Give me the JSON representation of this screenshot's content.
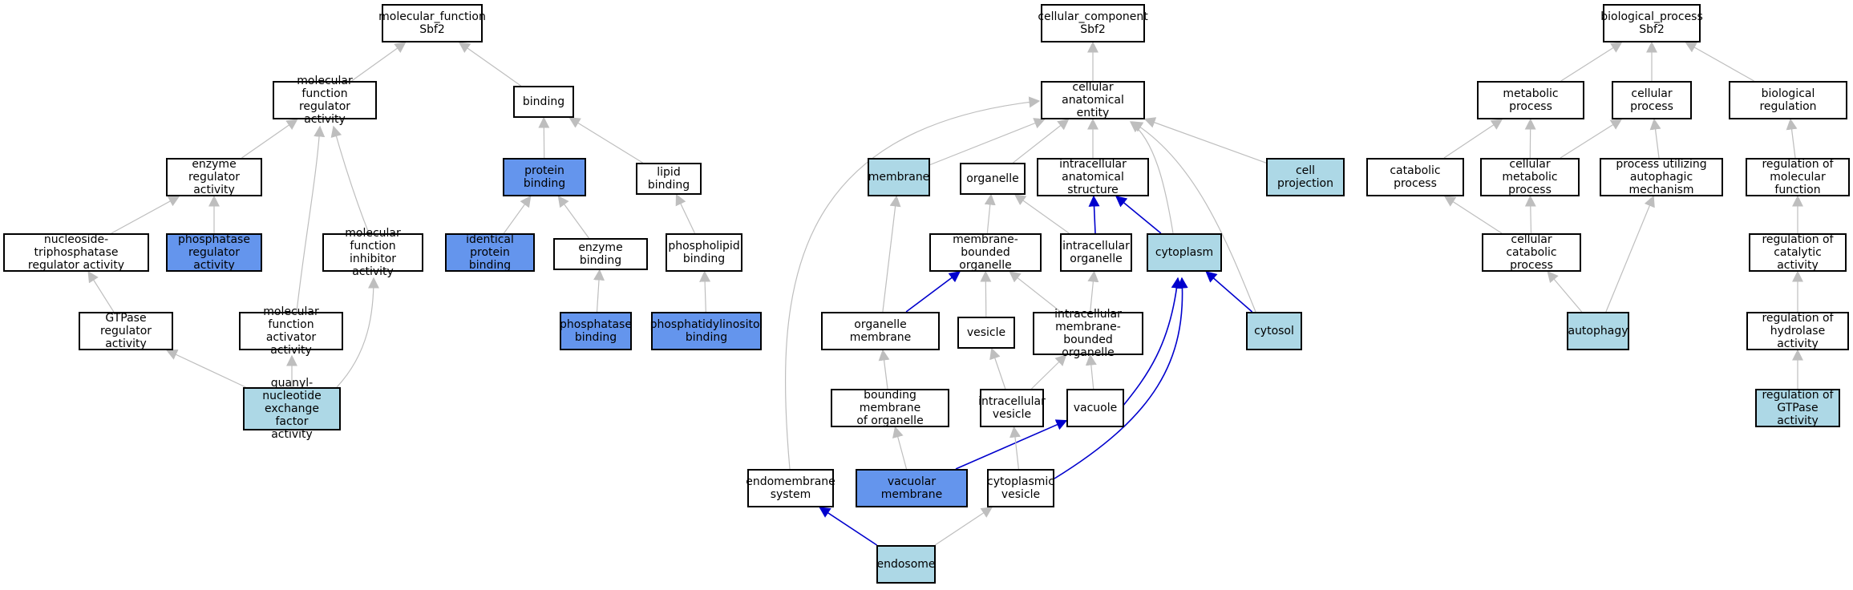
{
  "colors": {
    "edge_default": "#bebebe",
    "edge_highlight": "#0000cd",
    "node_light": "#add8e6",
    "node_dark": "#6495ed",
    "node_none": "#ffffff",
    "border": "#000000"
  },
  "nodes": [
    {
      "id": "mf_root",
      "label": "molecular_function\nSbf2",
      "style": "none"
    },
    {
      "id": "mf_reg",
      "label": "molecular function\nregulator activity",
      "style": "none"
    },
    {
      "id": "binding",
      "label": "binding",
      "style": "none"
    },
    {
      "id": "enz_reg",
      "label": "enzyme regulator\nactivity",
      "style": "none"
    },
    {
      "id": "protein_binding",
      "label": "protein binding",
      "style": "dark"
    },
    {
      "id": "lipid_binding",
      "label": "lipid binding",
      "style": "none"
    },
    {
      "id": "ntpase_reg",
      "label": "nucleoside-triphosphatase\nregulator activity",
      "style": "none"
    },
    {
      "id": "phosphatase_reg",
      "label": "phosphatase\nregulator activity",
      "style": "dark"
    },
    {
      "id": "mf_inhib",
      "label": "molecular function\ninhibitor activity",
      "style": "none"
    },
    {
      "id": "ident_prot",
      "label": "identical protein\nbinding",
      "style": "dark"
    },
    {
      "id": "enzyme_binding",
      "label": "enzyme binding",
      "style": "none"
    },
    {
      "id": "phospholipid",
      "label": "phospholipid\nbinding",
      "style": "none"
    },
    {
      "id": "gtpase_reg",
      "label": "GTPase regulator\nactivity",
      "style": "none"
    },
    {
      "id": "mf_activ",
      "label": "molecular function\nactivator activity",
      "style": "none"
    },
    {
      "id": "phosphatase_binding",
      "label": "phosphatase\nbinding",
      "style": "dark"
    },
    {
      "id": "ptdins_binding",
      "label": "phosphatidylinositol\nbinding",
      "style": "dark"
    },
    {
      "id": "gef",
      "label": "guanyl-nucleotide\nexchange factor\nactivity",
      "style": "light"
    },
    {
      "id": "cc_root",
      "label": "cellular_component\nSbf2",
      "style": "none"
    },
    {
      "id": "cae",
      "label": "cellular anatomical\nentity",
      "style": "none"
    },
    {
      "id": "membrane",
      "label": "membrane",
      "style": "light"
    },
    {
      "id": "organelle",
      "label": "organelle",
      "style": "none"
    },
    {
      "id": "ias",
      "label": "intracellular\nanatomical structure",
      "style": "none"
    },
    {
      "id": "cell_proj",
      "label": "cell projection",
      "style": "light"
    },
    {
      "id": "mbo",
      "label": "membrane-bounded\norganelle",
      "style": "none"
    },
    {
      "id": "io",
      "label": "intracellular\norganelle",
      "style": "none"
    },
    {
      "id": "cytoplasm",
      "label": "cytoplasm",
      "style": "light"
    },
    {
      "id": "org_membrane",
      "label": "organelle membrane",
      "style": "none"
    },
    {
      "id": "vesicle",
      "label": "vesicle",
      "style": "none"
    },
    {
      "id": "imbo",
      "label": "intracellular\nmembrane-bounded\norganelle",
      "style": "none"
    },
    {
      "id": "cytosol",
      "label": "cytosol",
      "style": "light"
    },
    {
      "id": "bmo",
      "label": "bounding membrane\nof organelle",
      "style": "none"
    },
    {
      "id": "ivesicle",
      "label": "intracellular\nvesicle",
      "style": "none"
    },
    {
      "id": "vacuole",
      "label": "vacuole",
      "style": "none"
    },
    {
      "id": "endomembrane",
      "label": "endomembrane\nsystem",
      "style": "none"
    },
    {
      "id": "vac_membrane",
      "label": "vacuolar membrane",
      "style": "dark"
    },
    {
      "id": "cyto_vesicle",
      "label": "cytoplasmic\nvesicle",
      "style": "none"
    },
    {
      "id": "endosome",
      "label": "endosome",
      "style": "light"
    },
    {
      "id": "bp_root",
      "label": "biological_process\nSbf2",
      "style": "none"
    },
    {
      "id": "metabolic",
      "label": "metabolic process",
      "style": "none"
    },
    {
      "id": "cellular_proc",
      "label": "cellular process",
      "style": "none"
    },
    {
      "id": "bio_reg",
      "label": "biological regulation",
      "style": "none"
    },
    {
      "id": "catabolic",
      "label": "catabolic process",
      "style": "none"
    },
    {
      "id": "cell_metab",
      "label": "cellular metabolic\nprocess",
      "style": "none"
    },
    {
      "id": "autophagic_mech",
      "label": "process utilizing\nautophagic mechanism",
      "style": "none"
    },
    {
      "id": "reg_mf",
      "label": "regulation of\nmolecular function",
      "style": "none"
    },
    {
      "id": "cell_catab",
      "label": "cellular catabolic\nprocess",
      "style": "none"
    },
    {
      "id": "reg_cat",
      "label": "regulation of\ncatalytic activity",
      "style": "none"
    },
    {
      "id": "autophagy",
      "label": "autophagy",
      "style": "light"
    },
    {
      "id": "reg_hydro",
      "label": "regulation of\nhydrolase activity",
      "style": "none"
    },
    {
      "id": "reg_gtpase",
      "label": "regulation of\nGTPase activity",
      "style": "light"
    }
  ],
  "edges": [
    {
      "from": "mf_reg",
      "to": "mf_root",
      "highlight": false
    },
    {
      "from": "binding",
      "to": "mf_root",
      "highlight": false
    },
    {
      "from": "enz_reg",
      "to": "mf_reg",
      "highlight": false
    },
    {
      "from": "mf_inhib",
      "to": "mf_reg",
      "highlight": false
    },
    {
      "from": "mf_activ",
      "to": "mf_reg",
      "highlight": false
    },
    {
      "from": "protein_binding",
      "to": "binding",
      "highlight": false
    },
    {
      "from": "lipid_binding",
      "to": "binding",
      "highlight": false
    },
    {
      "from": "ntpase_reg",
      "to": "enz_reg",
      "highlight": false
    },
    {
      "from": "phosphatase_reg",
      "to": "enz_reg",
      "highlight": false
    },
    {
      "from": "ident_prot",
      "to": "protein_binding",
      "highlight": false
    },
    {
      "from": "enzyme_binding",
      "to": "protein_binding",
      "highlight": false
    },
    {
      "from": "phospholipid",
      "to": "lipid_binding",
      "highlight": false
    },
    {
      "from": "gtpase_reg",
      "to": "ntpase_reg",
      "highlight": false
    },
    {
      "from": "phosphatase_binding",
      "to": "enzyme_binding",
      "highlight": false
    },
    {
      "from": "ptdins_binding",
      "to": "phospholipid",
      "highlight": false
    },
    {
      "from": "gef",
      "to": "gtpase_reg",
      "highlight": false
    },
    {
      "from": "gef",
      "to": "mf_activ",
      "highlight": false
    },
    {
      "from": "gef",
      "to": "mf_inhib",
      "highlight": false
    },
    {
      "from": "cae",
      "to": "cc_root",
      "highlight": false
    },
    {
      "from": "membrane",
      "to": "cae",
      "highlight": false
    },
    {
      "from": "organelle",
      "to": "cae",
      "highlight": false
    },
    {
      "from": "ias",
      "to": "cae",
      "highlight": false
    },
    {
      "from": "cell_proj",
      "to": "cae",
      "highlight": false
    },
    {
      "from": "cytoplasm",
      "to": "cae",
      "highlight": false
    },
    {
      "from": "cytosol",
      "to": "cae",
      "highlight": false
    },
    {
      "from": "endomembrane",
      "to": "cae",
      "highlight": false
    },
    {
      "from": "mbo",
      "to": "organelle",
      "highlight": false
    },
    {
      "from": "io",
      "to": "organelle",
      "highlight": false
    },
    {
      "from": "io",
      "to": "ias",
      "highlight": true
    },
    {
      "from": "cytoplasm",
      "to": "ias",
      "highlight": true
    },
    {
      "from": "org_membrane",
      "to": "membrane",
      "highlight": false
    },
    {
      "from": "org_membrane",
      "to": "mbo",
      "highlight": true
    },
    {
      "from": "vesicle",
      "to": "mbo",
      "highlight": false
    },
    {
      "from": "imbo",
      "to": "mbo",
      "highlight": false
    },
    {
      "from": "imbo",
      "to": "io",
      "highlight": false
    },
    {
      "from": "cytosol",
      "to": "cytoplasm",
      "highlight": true
    },
    {
      "from": "vacuole",
      "to": "cytoplasm",
      "highlight": true
    },
    {
      "from": "cyto_vesicle",
      "to": "cytoplasm",
      "highlight": true
    },
    {
      "from": "bmo",
      "to": "org_membrane",
      "highlight": false
    },
    {
      "from": "ivesicle",
      "to": "vesicle",
      "highlight": false
    },
    {
      "from": "ivesicle",
      "to": "imbo",
      "highlight": false
    },
    {
      "from": "vacuole",
      "to": "imbo",
      "highlight": false
    },
    {
      "from": "vac_membrane",
      "to": "bmo",
      "highlight": false
    },
    {
      "from": "vac_membrane",
      "to": "vacuole",
      "highlight": true
    },
    {
      "from": "cyto_vesicle",
      "to": "ivesicle",
      "highlight": false
    },
    {
      "from": "endosome",
      "to": "endomembrane",
      "highlight": true
    },
    {
      "from": "endosome",
      "to": "cyto_vesicle",
      "highlight": false
    },
    {
      "from": "metabolic",
      "to": "bp_root",
      "highlight": false
    },
    {
      "from": "cellular_proc",
      "to": "bp_root",
      "highlight": false
    },
    {
      "from": "bio_reg",
      "to": "bp_root",
      "highlight": false
    },
    {
      "from": "catabolic",
      "to": "metabolic",
      "highlight": false
    },
    {
      "from": "cell_metab",
      "to": "metabolic",
      "highlight": false
    },
    {
      "from": "cell_metab",
      "to": "cellular_proc",
      "highlight": false
    },
    {
      "from": "autophagic_mech",
      "to": "cellular_proc",
      "highlight": false
    },
    {
      "from": "reg_mf",
      "to": "bio_reg",
      "highlight": false
    },
    {
      "from": "cell_catab",
      "to": "catabolic",
      "highlight": false
    },
    {
      "from": "cell_catab",
      "to": "cell_metab",
      "highlight": false
    },
    {
      "from": "reg_cat",
      "to": "reg_mf",
      "highlight": false
    },
    {
      "from": "autophagy",
      "to": "cell_catab",
      "highlight": false
    },
    {
      "from": "autophagy",
      "to": "autophagic_mech",
      "highlight": false
    },
    {
      "from": "reg_hydro",
      "to": "reg_cat",
      "highlight": false
    },
    {
      "from": "reg_gtpase",
      "to": "reg_hydro",
      "highlight": false
    }
  ]
}
